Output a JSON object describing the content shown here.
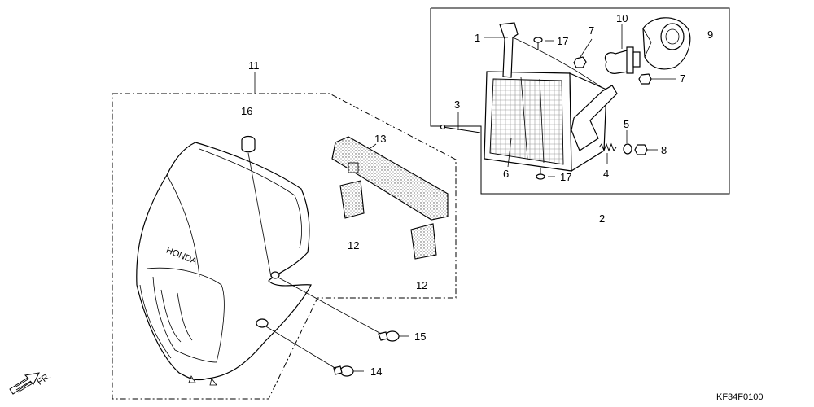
{
  "callouts": {
    "c1": "1",
    "c2": "2",
    "c3": "3",
    "c4": "4",
    "c5": "5",
    "c6": "6",
    "c7": "7",
    "c8": "8",
    "c9": "9",
    "c10": "10",
    "c11": "11",
    "c12": "12",
    "c13": "13",
    "c14": "14",
    "c15": "15",
    "c16": "16",
    "c17": "17"
  },
  "direction_label": "FR.",
  "diagram_code": "KF34F0100"
}
